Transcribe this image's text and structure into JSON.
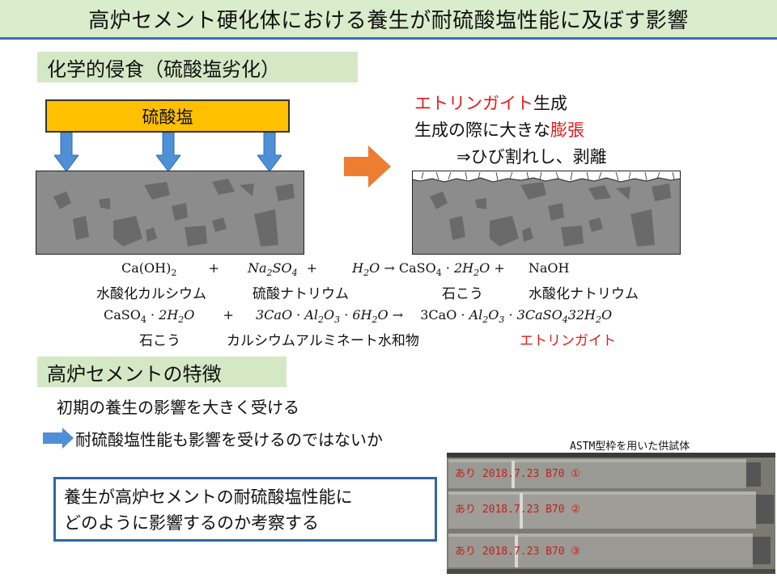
{
  "title": "高炉セメント硬化体における養生が耐硫酸塩性能に及ぼす影響",
  "section1": {
    "label": "化学的侵食（硫酸塩劣化）"
  },
  "diagram": {
    "sulfate_label": "硫酸塩",
    "result": {
      "ettringite": "エトリンガイト",
      "formation": "生成",
      "line2_a": "生成の際に",
      "line2_b": "大きな",
      "line2_c": "膨張",
      "line3": "⇒ひび割れし、剥離"
    }
  },
  "equations": {
    "eq1": {
      "ca_oh2": "Ca(OH)",
      "ca_oh2_sub": "2",
      "plus1": "+",
      "na2so4_a": "Na",
      "na2so4_sub1": "2",
      "na2so4_b": "SO",
      "na2so4_sub2": "4",
      "plus2": "+",
      "h2o_a": "H",
      "h2o_sub": "2",
      "h2o_b": "O",
      "arrow": "→",
      "caso4": "CaSO",
      "caso4_sub": "4",
      "dot": "·",
      "twoh2o_a": "2H",
      "twoh2o_sub": "2",
      "twoh2o_b": "O",
      "plus3": "+",
      "naoh": "NaOH"
    },
    "names1": {
      "n1": "水酸化カルシウム",
      "n2": "硫酸ナトリウム",
      "n3": "石こう",
      "n4": "水酸化ナトリウム"
    },
    "eq2": {
      "caso4": "CaSO",
      "caso4_sub": "4",
      "dot": "·",
      "twoh2o_a": "2H",
      "twoh2o_sub": "2",
      "twoh2o_b": "O",
      "plus": "+",
      "t1": "3CaO · Al",
      "t1_sub": "2",
      "t2": "O",
      "t2_sub": "3",
      "t3": " · 6H",
      "t3_sub": "2",
      "t4": "O",
      "arrow": "→",
      "p0": "3CaO",
      "p1": " · Al",
      "p1_sub": "2",
      "p2": "O",
      "p2_sub": "3",
      "p3": " · 3CaSO",
      "p3_sub": "4",
      "p4": "32H",
      "p4_sub": "2",
      "p5": "O"
    },
    "names2": {
      "n1": "石こう",
      "n2": "カルシウムアルミネート水和物",
      "n3": "エトリンガイト"
    }
  },
  "section2": {
    "label": "高炉セメントの特徴"
  },
  "features": {
    "line1": "初期の養生の影響を大きく受ける",
    "line2": "耐硫酸塩性能も影響を受けるのではないか"
  },
  "conclusion": {
    "line1": "養生が高炉セメントの耐硫酸塩性能に",
    "line2": "どのように影響するのか考察する"
  },
  "photo": {
    "caption": "ASTM型枠を用いた供試体",
    "labels": [
      "あり 2018.7.23 B70 ①",
      "あり 2018.7.23 B70 ②",
      "あり 2018.7.23 B70 ③"
    ]
  },
  "colors": {
    "title_bg": "#d9eccb",
    "section_bg": "#d5e8c5",
    "sulfate_box": "#ffc000",
    "arrow_blue": "#4f8fd6",
    "arrow_orange": "#ed7d31",
    "concrete": "#8c8c8c",
    "aggregate": "#6a6a6a",
    "highlight_red": "#e21b1b",
    "box_border": "#2e66a8"
  }
}
